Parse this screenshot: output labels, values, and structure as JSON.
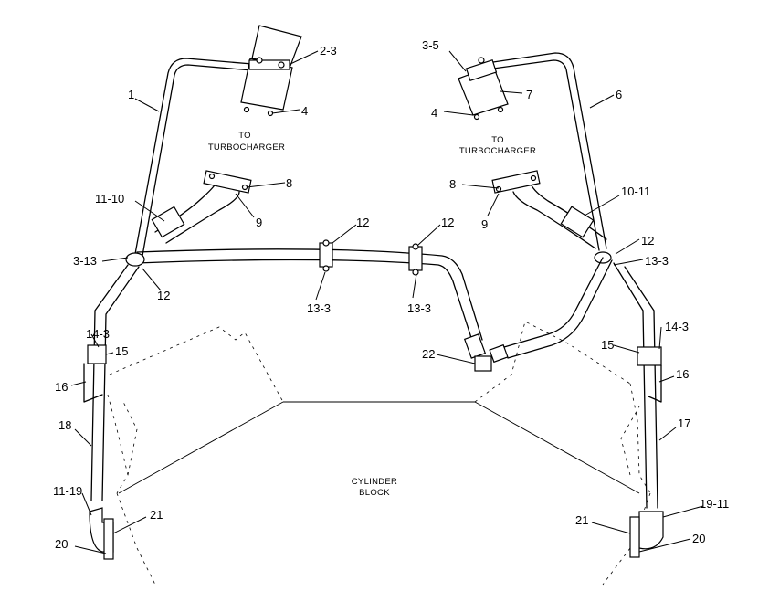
{
  "notes": {
    "to_turbo_left_1": "TO",
    "to_turbo_left_2": "TURBOCHARGER",
    "to_turbo_right_1": "TO",
    "to_turbo_right_2": "TURBOCHARGER",
    "block_1": "CYLINDER",
    "block_2": "BLOCK"
  },
  "callouts": {
    "c1": "1",
    "c2_3": "2-3",
    "c4_left": "4",
    "c8_left": "8",
    "c9_left": "9",
    "c11_10": "11-10",
    "c3_13": "3-13",
    "c12_left_lower": "12",
    "c12_mid1": "12",
    "c12_mid2": "12",
    "c13_3_mid1": "13-3",
    "c13_3_mid2": "13-3",
    "c3_5": "3-5",
    "c7": "7",
    "c6": "6",
    "c4_right": "4",
    "c8_right": "8",
    "c9_right": "9",
    "c10_11": "10-11",
    "c12_right": "12",
    "c13_3_right": "13-3",
    "c14_3_left": "14-3",
    "c15_left": "15",
    "c16_left": "16",
    "c22": "22",
    "c14_3_right": "14-3",
    "c15_right": "15",
    "c16_right": "16",
    "c17": "17",
    "c18": "18",
    "c11_19": "11-19",
    "c21_left": "21",
    "c20_left": "20",
    "c21_right": "21",
    "c19_11": "19-11",
    "c20_right": "20"
  }
}
